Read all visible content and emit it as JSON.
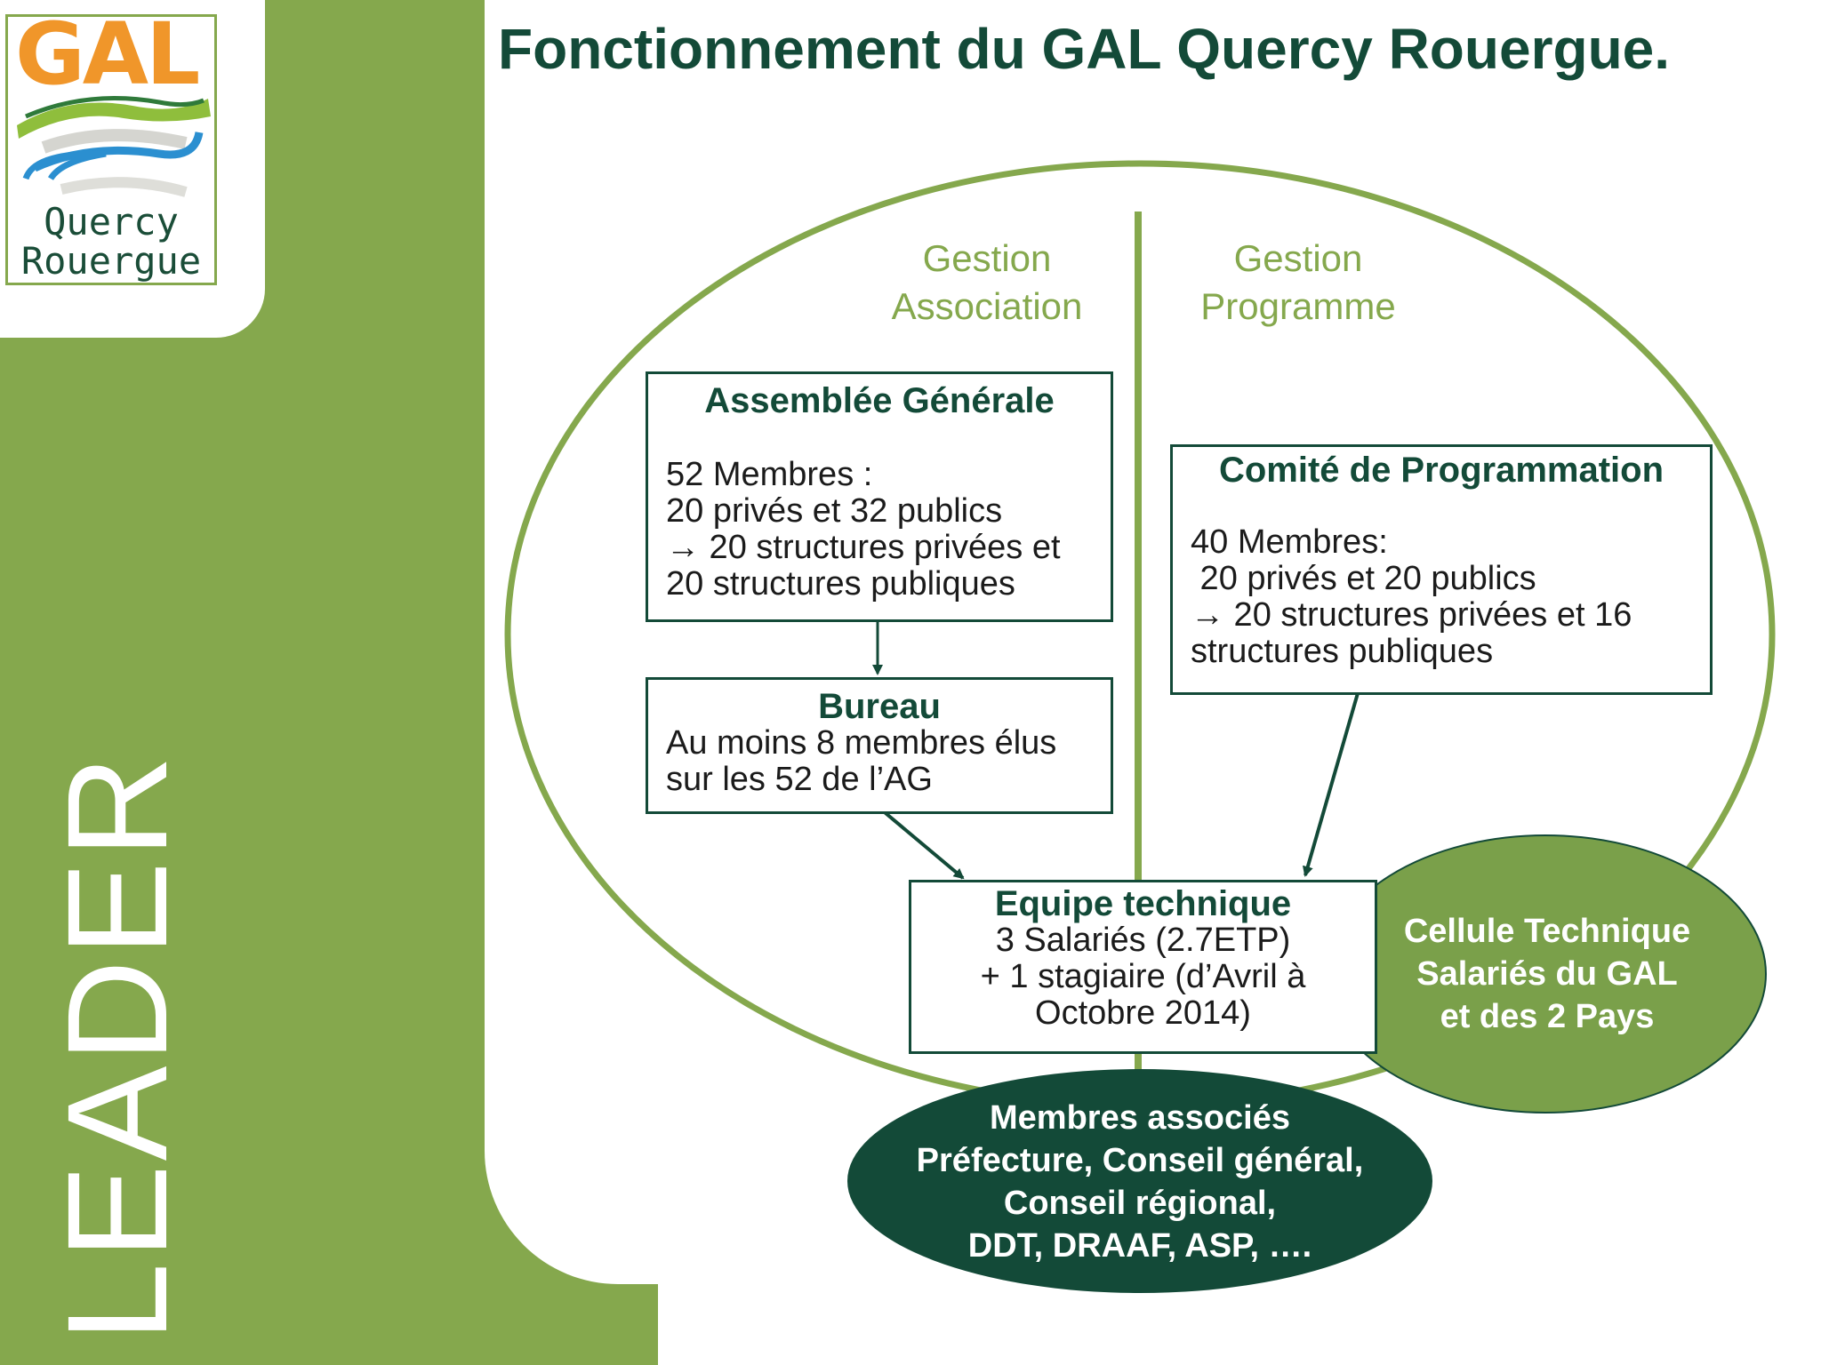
{
  "title": "Fonctionnement du GAL Quercy Rouergue.",
  "sidebar": {
    "vertical_text": "LEADER"
  },
  "logo": {
    "acronym": "GAL",
    "line1": "Quercy",
    "line2": "Rouergue"
  },
  "columns": {
    "left": {
      "line1": "Gestion",
      "line2": "Association"
    },
    "right": {
      "line1": "Gestion",
      "line2": "Programme"
    }
  },
  "assemblee": {
    "title": "Assemblée Générale",
    "lines": [
      "52 Membres :",
      "20 privés et 32 publics",
      "→ 20 structures privées et",
      "20 structures publiques"
    ]
  },
  "bureau": {
    "title": "Bureau",
    "lines": [
      "Au moins 8 membres élus",
      "sur les 52 de l’AG"
    ]
  },
  "comite": {
    "title": "Comité de Programmation",
    "lines": [
      "40 Membres:",
      " 20 privés et 20 publics",
      "→ 20 structures privées et 16",
      "structures publiques"
    ]
  },
  "equipe": {
    "title": "Equipe technique",
    "lines": [
      "3 Salariés (2.7ETP)",
      "+ 1 stagiaire (d’Avril à",
      "Octobre 2014)"
    ]
  },
  "cellule": {
    "lines": [
      "Cellule Technique",
      "Salariés du GAL",
      "et des 2 Pays"
    ]
  },
  "membres_associes": {
    "lines": [
      "Membres associés",
      "Préfecture, Conseil général,",
      "Conseil régional,",
      "DDT, DRAAF, ASP, …."
    ]
  },
  "colors": {
    "green": "#85a84d",
    "dark_green": "#134a38",
    "medium_green": "#7aa04a",
    "logo_orange": "#f0962a",
    "logo_blue": "#2b8fd0"
  }
}
